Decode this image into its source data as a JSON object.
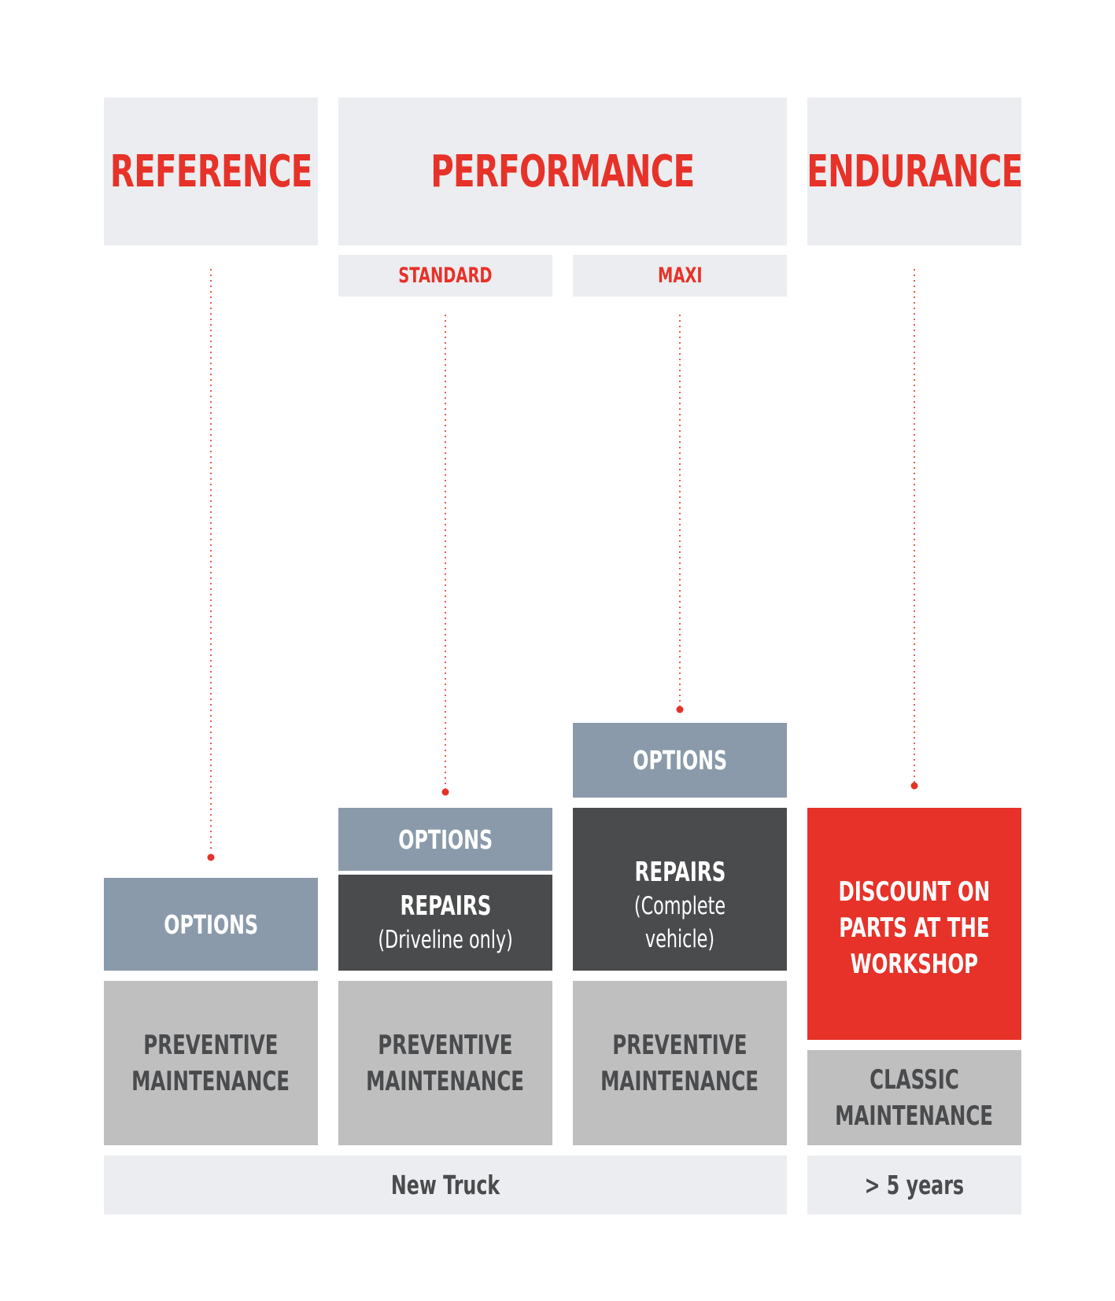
{
  "headers": {
    "reference": "REFERENCE",
    "performance": "PERFORMANCE",
    "endurance": "ENDURANCE",
    "standard": "STANDARD",
    "maxi": "MAXI"
  },
  "blocks": {
    "options": "OPTIONS",
    "repairs": "REPAIRS",
    "driveline_only": "(Driveline only)",
    "complete_vehicle": "(Complete vehicle)",
    "preventive_line1": "PREVENTIVE",
    "preventive_line2": "MAINTENANCE",
    "discount_line1": "DISCOUNT ON",
    "discount_line2": "PARTS AT THE",
    "discount_line3": "WORKSHOP",
    "classic_line1": "CLASSIC",
    "classic_line2": "MAINTENANCE"
  },
  "footer": {
    "new_truck": "New Truck",
    "five_years": "> 5 years"
  },
  "colors": {
    "accent_red": "#e63229",
    "options_blue_grey": "#8a9aaa",
    "repairs_dark": "#4a4b4d",
    "maintenance_grey": "#bfbfc0",
    "header_light": "#ecedf0"
  }
}
